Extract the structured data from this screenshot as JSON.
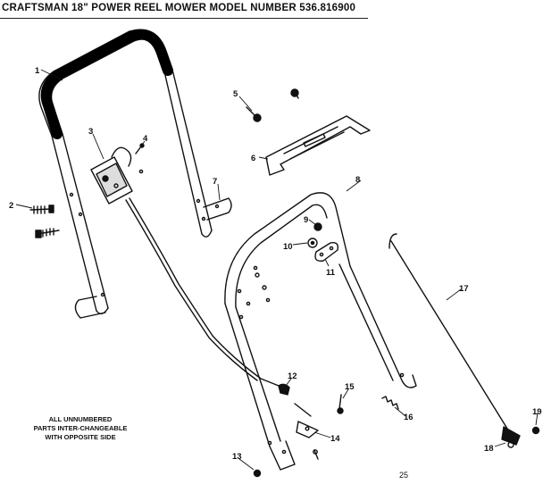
{
  "title": "CRAFTSMAN 18\" POWER REEL MOWER  MODEL NUMBER 536.816900",
  "note_lines": [
    "ALL UNNUMBERED",
    "PARTS INTER-CHANGEABLE",
    "WITH OPPOSITE SIDE"
  ],
  "page_number": "25",
  "callouts": {
    "c1": "1",
    "c2": "2",
    "c3": "3",
    "c4": "4",
    "c5": "5",
    "c6": "6",
    "c7": "7",
    "c8": "8",
    "c9": "9",
    "c10": "10",
    "c11": "11",
    "c12": "12",
    "c13": "13",
    "c14": "14",
    "c15": "15",
    "c16": "16",
    "c17": "17",
    "c18": "18",
    "c19": "19"
  }
}
